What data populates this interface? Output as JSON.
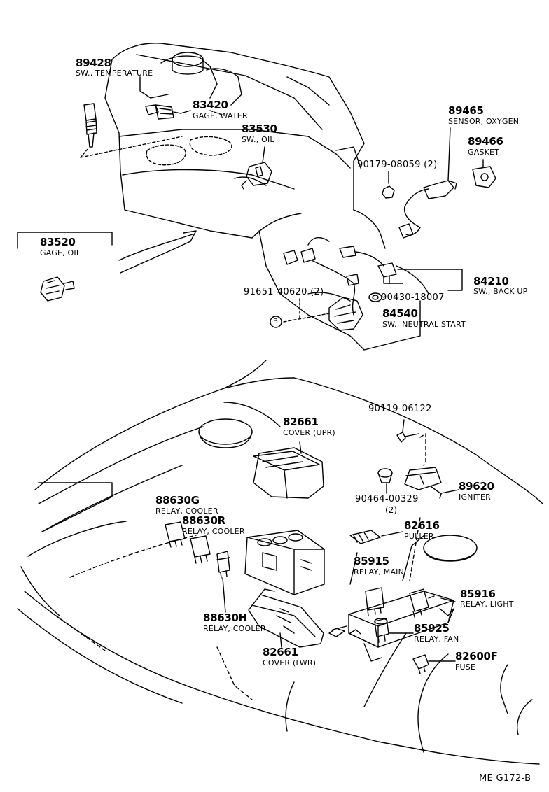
{
  "diagram_code": "ME  G172-B",
  "parts": {
    "p89428": {
      "number": "89428",
      "name": "SW., TEMPERATURE"
    },
    "p83420": {
      "number": "83420",
      "name": "GAGE, WATER"
    },
    "p83530": {
      "number": "83530",
      "name": "SW., OIL"
    },
    "p83520": {
      "number": "83520",
      "name": "GAGE, OIL"
    },
    "p89465": {
      "number": "89465",
      "name": "SENSOR, OXYGEN"
    },
    "p89466": {
      "number": "89466",
      "name": "GASKET"
    },
    "p90179": {
      "number": "90179-08059",
      "qty": "(2)"
    },
    "p84210": {
      "number": "84210",
      "name": "SW., BACK UP"
    },
    "p90430": {
      "number": "90430-18007"
    },
    "p91651": {
      "number": "91651-40620",
      "qty": "(2)"
    },
    "p84540": {
      "number": "84540",
      "name": "SW., NEUTRAL START"
    },
    "ref_b": "B",
    "p90119": {
      "number": "90119-06122"
    },
    "p82661u": {
      "number": "82661",
      "name": "COVER (UPR)"
    },
    "p89620": {
      "number": "89620",
      "name": "IGNITER"
    },
    "p90464": {
      "number": "90464-00329",
      "qty": "(2)"
    },
    "p88630g": {
      "number": "88630G",
      "name": "RELAY, COOLER"
    },
    "p88630r": {
      "number": "88630R",
      "name": "RELAY, COOLER"
    },
    "p82616": {
      "number": "82616",
      "name": "PULLER"
    },
    "p85915": {
      "number": "85915",
      "name": "RELAY, MAIN"
    },
    "p85916": {
      "number": "85916",
      "name": "RELAY, LIGHT"
    },
    "p88630h": {
      "number": "88630H",
      "name": "RELAY, COOLER"
    },
    "p85925": {
      "number": "85925",
      "name": "RELAY, FAN"
    },
    "p82661l": {
      "number": "82661",
      "name": "COVER (LWR)"
    },
    "p82600f": {
      "number": "82600F",
      "name": "FUSE"
    }
  }
}
